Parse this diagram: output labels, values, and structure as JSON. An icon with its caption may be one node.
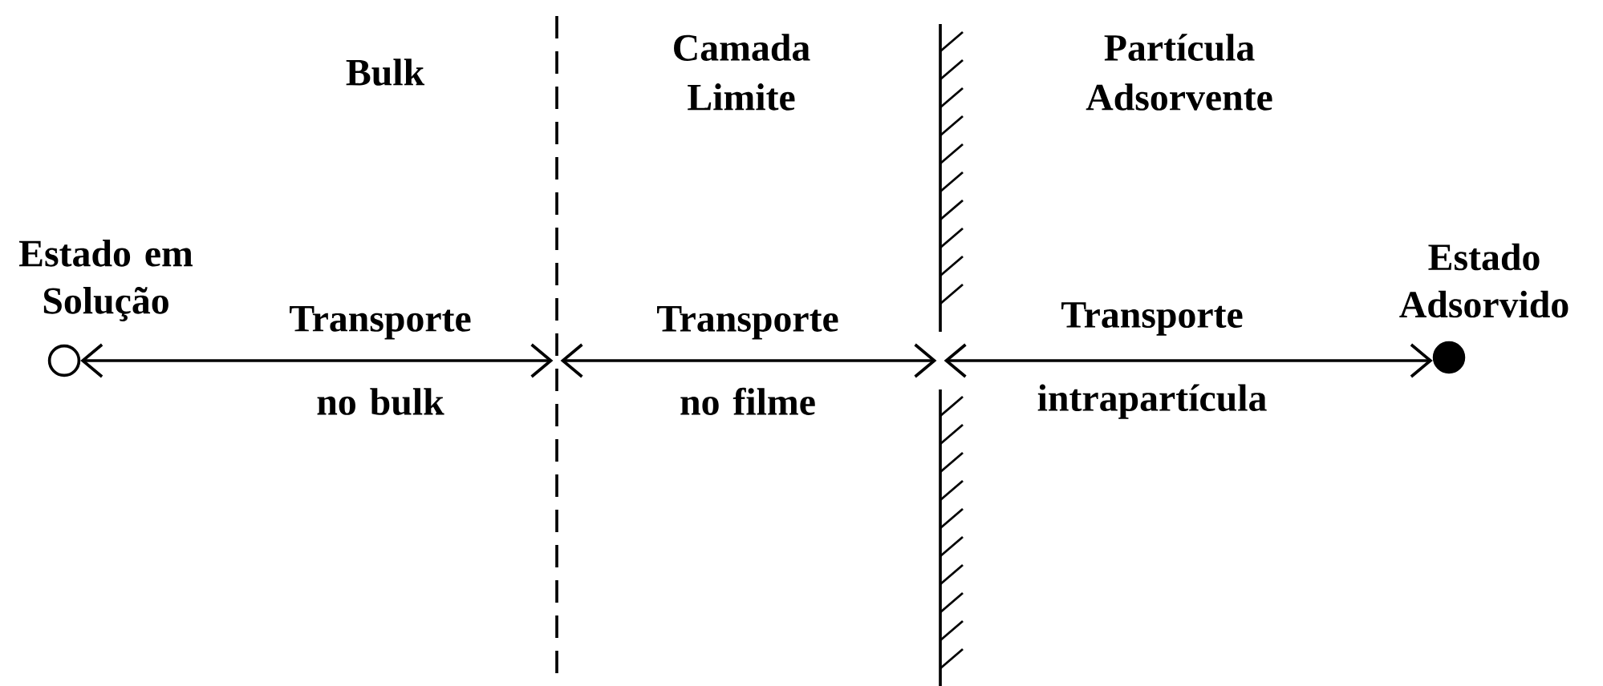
{
  "diagram": {
    "nodes": [
      {
        "text": [],
        "shape": "circle",
        "beside": [
          "Estado em Solução"
        ]
      },
      {
        "text": [],
        "shape": "circle",
        "beside": [
          "Estado Adsorvido"
        ]
      },
      {
        "text": [],
        "shape": "line"
      },
      {
        "text": [],
        "shape": "wall"
      }
    ],
    "edges": [
      {
        "from": 0,
        "to": 2,
        "arrow": "both",
        "label": "Transporte no bulk"
      },
      {
        "from": 2,
        "to": 3,
        "arrow": "both",
        "label": "Transporte no filme"
      },
      {
        "from": 3,
        "to": 1,
        "arrow": "both",
        "label": "Transporte intrapartícula"
      }
    ],
    "labels": [
      "Bulk",
      "Camada Limite",
      "Partícula Adsorvente"
    ]
  }
}
